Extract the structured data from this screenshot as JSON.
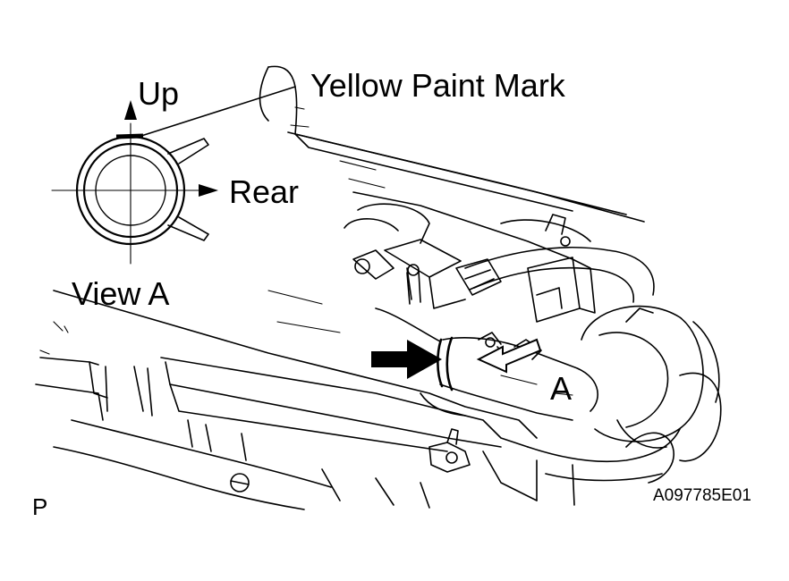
{
  "labels": {
    "up": "Up",
    "rear": "Rear",
    "view": "View A",
    "paint_mark": "Yellow Paint Mark",
    "point_a": "A",
    "corner": "P",
    "figure_code": "A097785E01"
  },
  "colors": {
    "ink": "#000000",
    "paper": "#ffffff"
  },
  "icons": {
    "front_arrow": "arrow-right-icon",
    "view_arrow": "view-direction-arrow-icon"
  }
}
